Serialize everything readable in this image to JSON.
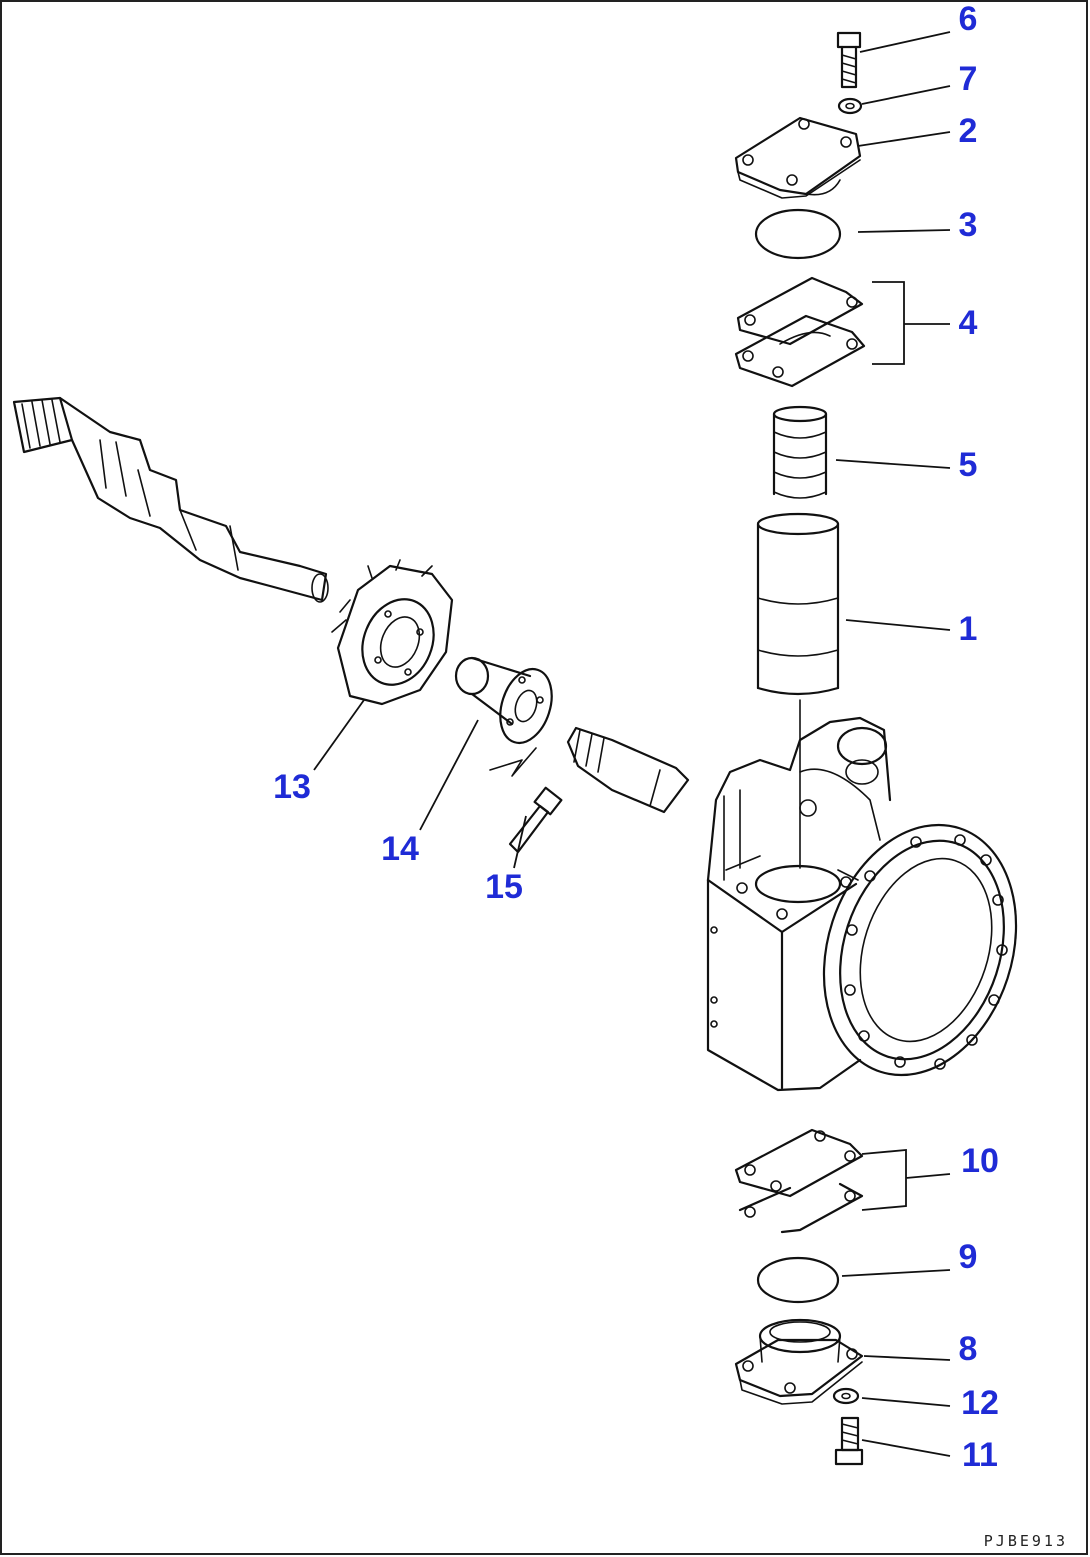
{
  "diagram": {
    "labels": {
      "l1": "1",
      "l2": "2",
      "l3": "3",
      "l4": "4",
      "l5": "5",
      "l6": "6",
      "l7": "7",
      "l8": "8",
      "l9": "9",
      "l10": "10",
      "l11": "11",
      "l12": "12",
      "l13": "13",
      "l14": "14",
      "l15": "15"
    },
    "ref_code": "PJBE913",
    "label_color": "#1f2bd6",
    "line_color": "#111111"
  }
}
